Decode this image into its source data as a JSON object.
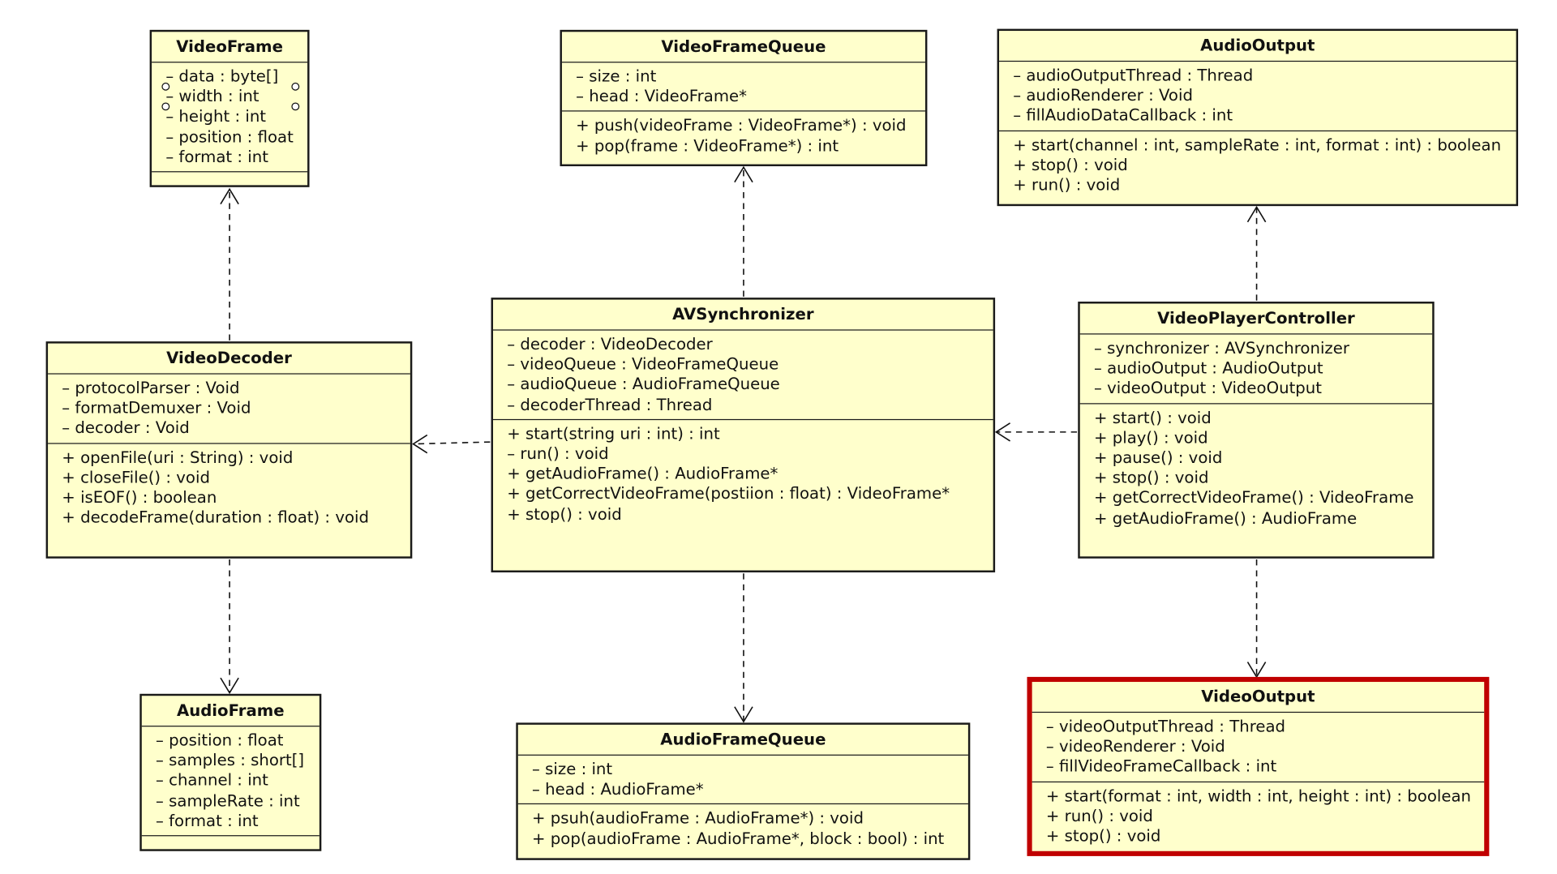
{
  "diagram": {
    "type": "UML class diagram",
    "highlight_color": "#c00000",
    "box_fill": "#ffffcc",
    "classes": {
      "VideoFrame": {
        "name": "VideoFrame",
        "attributes": [
          "– data : byte[]",
          "– width : int",
          "– height : int",
          "– position : float",
          "– format : int"
        ],
        "methods": []
      },
      "VideoFrameQueue": {
        "name": "VideoFrameQueue",
        "attributes": [
          "– size : int",
          "– head : VideoFrame*"
        ],
        "methods": [
          "+ push(videoFrame : VideoFrame*) : void",
          "+ pop(frame : VideoFrame*) : int"
        ]
      },
      "AudioOutput": {
        "name": "AudioOutput",
        "attributes": [
          "– audioOutputThread : Thread",
          "– audioRenderer : Void",
          "– fillAudioDataCallback : int"
        ],
        "methods": [
          "+ start(channel : int, sampleRate : int, format : int) : boolean",
          "+ stop() : void",
          "+ run() : void"
        ]
      },
      "VideoDecoder": {
        "name": "VideoDecoder",
        "attributes": [
          "– protocolParser : Void",
          "– formatDemuxer : Void",
          "– decoder : Void"
        ],
        "methods": [
          "+ openFile(uri : String) : void",
          "+ closeFile() : void",
          "+ isEOF() : boolean",
          "+ decodeFrame(duration : float) : void"
        ]
      },
      "AVSynchronizer": {
        "name": "AVSynchronizer",
        "attributes": [
          "– decoder : VideoDecoder",
          "– videoQueue : VideoFrameQueue",
          "– audioQueue : AudioFrameQueue",
          "– decoderThread : Thread"
        ],
        "methods": [
          "+ start(string uri : int) : int",
          "– run() : void",
          "+ getAudioFrame() : AudioFrame*",
          "+ getCorrectVideoFrame(postiion : float) : VideoFrame*",
          "+ stop() : void"
        ]
      },
      "VideoPlayerController": {
        "name": "VideoPlayerController",
        "attributes": [
          "– synchronizer : AVSynchronizer",
          "– audioOutput : AudioOutput",
          "– videoOutput : VideoOutput"
        ],
        "methods": [
          "+ start() : void",
          "+ play() : void",
          "+ pause() : void",
          "+ stop() : void",
          "+ getCorrectVideoFrame() : VideoFrame",
          "+ getAudioFrame() : AudioFrame"
        ]
      },
      "AudioFrame": {
        "name": "AudioFrame",
        "attributes": [
          "– position : float",
          "– samples : short[]",
          "– channel : int",
          "– sampleRate : int",
          "– format : int"
        ],
        "methods": []
      },
      "AudioFrameQueue": {
        "name": "AudioFrameQueue",
        "attributes": [
          "– size : int",
          "– head : AudioFrame*"
        ],
        "methods": [
          "+ psuh(audioFrame : AudioFrame*) : void",
          "+ pop(audioFrame : AudioFrame*, block : bool) : int"
        ]
      },
      "VideoOutput": {
        "name": "VideoOutput",
        "highlighted": true,
        "attributes": [
          "– videoOutputThread : Thread",
          "– videoRenderer : Void",
          "– fillVideoFrameCallback : int"
        ],
        "methods": [
          "+ start(format : int, width : int, height : int) : boolean",
          "+ run() : void",
          "+ stop() : void"
        ]
      }
    },
    "dependencies": [
      {
        "from": "VideoDecoder",
        "to": "VideoFrame"
      },
      {
        "from": "VideoDecoder",
        "to": "AudioFrame"
      },
      {
        "from": "AVSynchronizer",
        "to": "VideoFrameQueue"
      },
      {
        "from": "AVSynchronizer",
        "to": "VideoDecoder"
      },
      {
        "from": "AVSynchronizer",
        "to": "AudioFrameQueue"
      },
      {
        "from": "VideoPlayerController",
        "to": "AVSynchronizer"
      },
      {
        "from": "VideoPlayerController",
        "to": "AudioOutput"
      },
      {
        "from": "VideoPlayerController",
        "to": "VideoOutput"
      }
    ]
  }
}
